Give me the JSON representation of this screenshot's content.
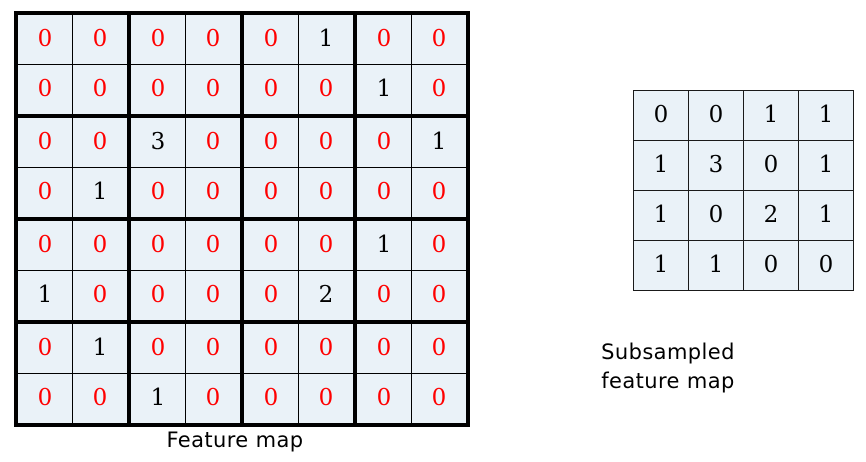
{
  "figure": {
    "background_color": "#ffffff",
    "cell_background_color": "#eaf2f8",
    "zero_color": "#ff0000",
    "nonzero_color": "#000000",
    "border_color": "#000000"
  },
  "feature_map": {
    "caption": "Feature map",
    "rows": 8,
    "cols": 8,
    "pool_block": 2,
    "values": [
      [
        0,
        0,
        0,
        0,
        0,
        1,
        0,
        0
      ],
      [
        0,
        0,
        0,
        0,
        0,
        0,
        1,
        0
      ],
      [
        0,
        0,
        3,
        0,
        0,
        0,
        0,
        1
      ],
      [
        0,
        1,
        0,
        0,
        0,
        0,
        0,
        0
      ],
      [
        0,
        0,
        0,
        0,
        0,
        0,
        1,
        0
      ],
      [
        1,
        0,
        0,
        0,
        0,
        2,
        0,
        0
      ],
      [
        0,
        1,
        0,
        0,
        0,
        0,
        0,
        0
      ],
      [
        0,
        0,
        1,
        0,
        0,
        0,
        0,
        0
      ]
    ]
  },
  "subsampled_map": {
    "caption_line_1": "Subsampled",
    "caption_line_2": "feature map",
    "rows": 4,
    "cols": 4,
    "values": [
      [
        0,
        0,
        1,
        1
      ],
      [
        1,
        3,
        0,
        1
      ],
      [
        1,
        0,
        2,
        1
      ],
      [
        1,
        1,
        0,
        0
      ]
    ]
  },
  "chart_data": {
    "type": "heatmap",
    "title": "",
    "grids": [
      {
        "name": "Feature map",
        "rows": 8,
        "cols": 8,
        "values": [
          [
            0,
            0,
            0,
            0,
            0,
            1,
            0,
            0
          ],
          [
            0,
            0,
            0,
            0,
            0,
            0,
            1,
            0
          ],
          [
            0,
            0,
            3,
            0,
            0,
            0,
            0,
            1
          ],
          [
            0,
            1,
            0,
            0,
            0,
            0,
            0,
            0
          ],
          [
            0,
            0,
            0,
            0,
            0,
            0,
            1,
            0
          ],
          [
            1,
            0,
            0,
            0,
            0,
            2,
            0,
            0
          ],
          [
            0,
            1,
            0,
            0,
            0,
            0,
            0,
            0
          ],
          [
            0,
            0,
            1,
            0,
            0,
            0,
            0,
            0
          ]
        ],
        "pool_block": 2,
        "note": "zeros rendered red, non-zero values rendered black; thick rules delimit 2x2 pooling blocks"
      },
      {
        "name": "Subsampled feature map",
        "rows": 4,
        "cols": 4,
        "values": [
          [
            0,
            0,
            1,
            1
          ],
          [
            1,
            3,
            0,
            1
          ],
          [
            1,
            0,
            2,
            1
          ],
          [
            1,
            1,
            0,
            0
          ]
        ],
        "note": "each value is the sum of the corresponding 2x2 block of the feature map; all values rendered black"
      }
    ]
  }
}
